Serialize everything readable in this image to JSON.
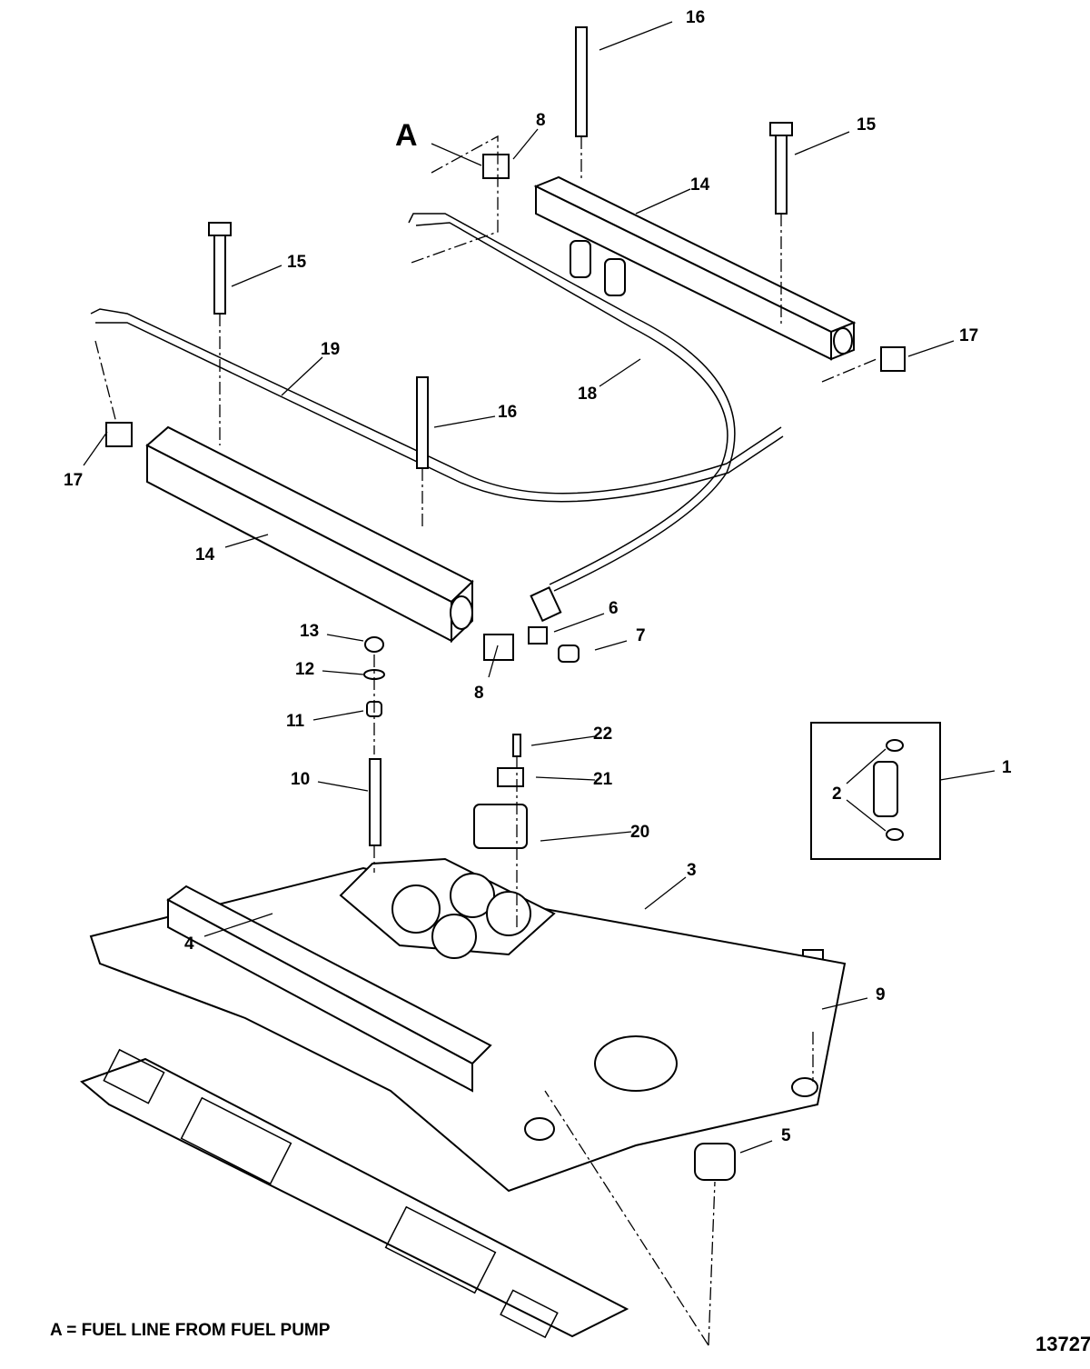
{
  "diagram": {
    "callouts": {
      "c16_top": "16",
      "c8_top": "8",
      "cA": "A",
      "c15_right": "15",
      "c14_top": "14",
      "c15_left": "15",
      "c19": "19",
      "c17_right": "17",
      "c18": "18",
      "c16_mid": "16",
      "c17_left": "17",
      "c14_left": "14",
      "c6": "6",
      "c13": "13",
      "c7": "7",
      "c12": "12",
      "c8_bottom": "8",
      "c11": "11",
      "c22": "22",
      "c1": "1",
      "c21": "21",
      "c2": "2",
      "c10": "10",
      "c20": "20",
      "c3": "3",
      "c9": "9",
      "c4": "4",
      "c5": "5"
    },
    "legend_note": "A = FUEL LINE FROM FUEL PUMP",
    "figure_number": "13727"
  }
}
